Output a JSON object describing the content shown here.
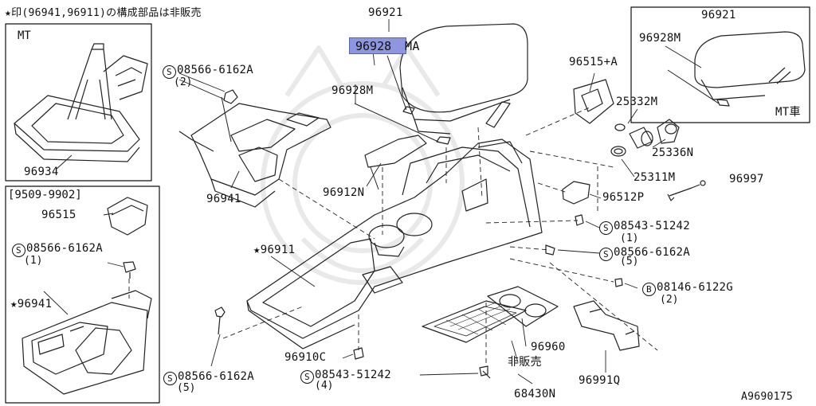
{
  "header_note": "★印(96941,96911)の構成部品は非販売",
  "diagram_code": "A9690175",
  "box_mt": {
    "title": "MT",
    "part": "96934"
  },
  "box_date": {
    "title": "[9509-9902]",
    "part_96515": "96515",
    "screw_code": "08566-6162A",
    "screw_qty": "(1)",
    "star_part": "★96941"
  },
  "box_mt_car": {
    "title": "MT車",
    "part_96921": "96921",
    "part_96928m": "96928M"
  },
  "highlighted_part": {
    "code": "96928",
    "suffix": "MA"
  },
  "parts": {
    "p96921": "96921",
    "p96928m": "96928M",
    "p96515a": "96515+A",
    "p25332m": "25332M",
    "p25336n": "25336N",
    "p25311m": "25311M",
    "p96997": "96997",
    "p96512p": "96512P",
    "p96941": "96941",
    "p96912n": "96912N",
    "p96911": "★96911",
    "p96910c": "96910C",
    "p96960": "96960",
    "p_hihanbai": "非販売",
    "p68430n": "68430N",
    "p96991q": "96991Q"
  },
  "fasteners": [
    {
      "prefix": "S",
      "code": "08566-6162A",
      "qty": "(2)"
    },
    {
      "prefix": "S",
      "code": "08543-51242",
      "qty": "(1)"
    },
    {
      "prefix": "S",
      "code": "08566-6162A",
      "qty": "(5)"
    },
    {
      "prefix": "B",
      "code": "08146-6122G",
      "qty": "(2)"
    },
    {
      "prefix": "S",
      "code": "08543-51242",
      "qty": "(4)"
    },
    {
      "prefix": "S",
      "code": "08566-6162A",
      "qty": "(5)"
    }
  ]
}
